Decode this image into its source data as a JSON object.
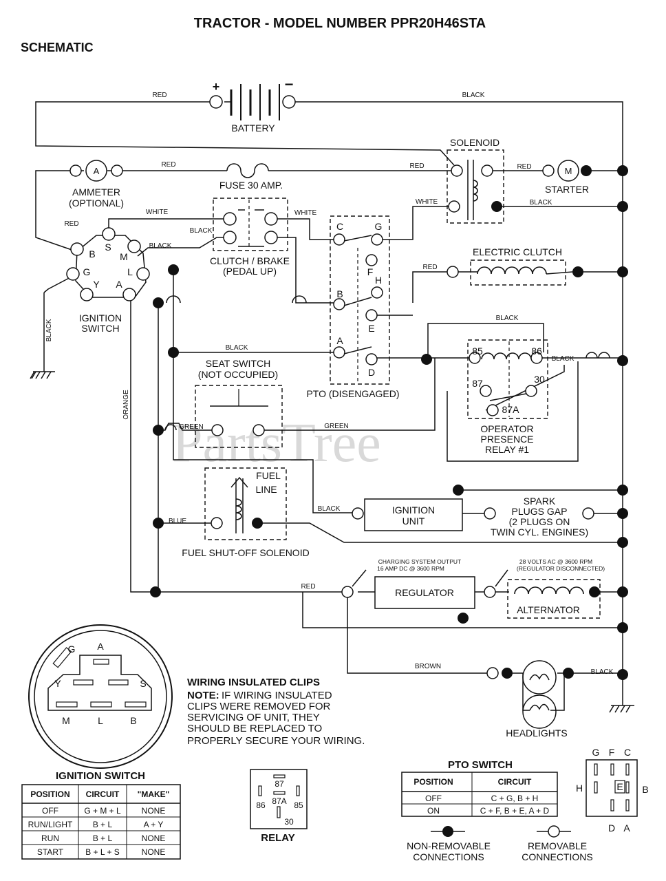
{
  "title": "TRACTOR - MODEL NUMBER PPR20H46STA",
  "subtitle": "SCHEMATIC",
  "watermark": "PartsTree",
  "components": {
    "battery": "BATTERY",
    "battery_plus": "+",
    "battery_minus": "−",
    "solenoid": "SOLENOID",
    "starter": "STARTER",
    "starter_symbol": "M",
    "ammeter_symbol": "A",
    "ammeter_line1": "AMMETER",
    "ammeter_line2": "(OPTIONAL)",
    "fuse": "FUSE 30 AMP.",
    "clutch_brake_line1": "CLUTCH / BRAKE",
    "clutch_brake_line2": "(PEDAL UP)",
    "electric_clutch": "ELECTRIC CLUTCH",
    "ignition_switch_line1": "IGNITION",
    "ignition_switch_line2": "SWITCH",
    "seat_switch_line1": "SEAT SWITCH",
    "seat_switch_line2": "(NOT OCCUPIED)",
    "pto_label": "PTO (DISENGAGED)",
    "relay_line1": "OPERATOR",
    "relay_line2": "PRESENCE",
    "relay_line3": "RELAY #1",
    "fuel_line1": "FUEL",
    "fuel_line2": "LINE",
    "fuel_solenoid": "FUEL SHUT-OFF SOLENOID",
    "ignition_unit_line1": "IGNITION",
    "ignition_unit_line2": "UNIT",
    "spark_line1": "SPARK",
    "spark_line2": "PLUGS GAP",
    "spark_line3": "(2 PLUGS ON",
    "spark_line4": "TWIN CYL. ENGINES)",
    "regulator": "REGULATOR",
    "alternator": "ALTERNATOR",
    "charging_line1": "CHARGING SYSTEM OUTPUT",
    "charging_line2": "16 AMP DC @ 3600 RPM",
    "volts_line1": "28 VOLTS AC @ 3600 RPM",
    "volts_line2": "(REGULATOR DISCONNECTED)",
    "headlights": "HEADLIGHTS"
  },
  "terminals": {
    "ign": [
      "B",
      "S",
      "M",
      "G",
      "Y",
      "A",
      "L"
    ],
    "pto": [
      "C",
      "G",
      "F",
      "H",
      "B",
      "E",
      "A",
      "D"
    ],
    "relay": [
      "85",
      "86",
      "87",
      "30",
      "87A"
    ]
  },
  "wire_labels": {
    "red": "RED",
    "black": "BLACK",
    "white": "WHITE",
    "green": "GREEN",
    "orange": "ORANGE",
    "blue": "BLUE",
    "brown": "BROWN"
  },
  "note": {
    "heading": "WIRING INSULATED CLIPS",
    "prefix": "NOTE:",
    "line1": "IF WIRING INSULATED",
    "line2": "CLIPS WERE REMOVED FOR",
    "line3": "SERVICING OF UNIT, THEY",
    "line4": "SHOULD BE REPLACED TO",
    "line5": "PROPERLY SECURE YOUR WIRING."
  },
  "ignition_face_letters": [
    "G",
    "A",
    "Y",
    "S",
    "M",
    "L",
    "B"
  ],
  "ignition_table": {
    "title": "IGNITION SWITCH",
    "headers": [
      "POSITION",
      "CIRCUIT",
      "\"MAKE\""
    ],
    "rows": [
      [
        "OFF",
        "G + M + L",
        "NONE"
      ],
      [
        "RUN/LIGHT",
        "B + L",
        "A + Y"
      ],
      [
        "RUN",
        "B + L",
        "NONE"
      ],
      [
        "START",
        "B + L + S",
        "NONE"
      ]
    ]
  },
  "relay_diagram": {
    "title": "RELAY",
    "pins": [
      "87",
      "87A",
      "86",
      "85",
      "30"
    ]
  },
  "pto_table": {
    "title": "PTO SWITCH",
    "headers": [
      "POSITION",
      "CIRCUIT"
    ],
    "rows": [
      [
        "OFF",
        "C + G, B + H"
      ],
      [
        "ON",
        "C + F, B + E, A + D"
      ]
    ]
  },
  "pto_face_letters": [
    "G",
    "F",
    "C",
    "H",
    "E",
    "B",
    "D",
    "A"
  ],
  "legend": {
    "nonremovable_line1": "NON-REMOVABLE",
    "nonremovable_line2": "CONNECTIONS",
    "removable_line1": "REMOVABLE",
    "removable_line2": "CONNECTIONS"
  }
}
